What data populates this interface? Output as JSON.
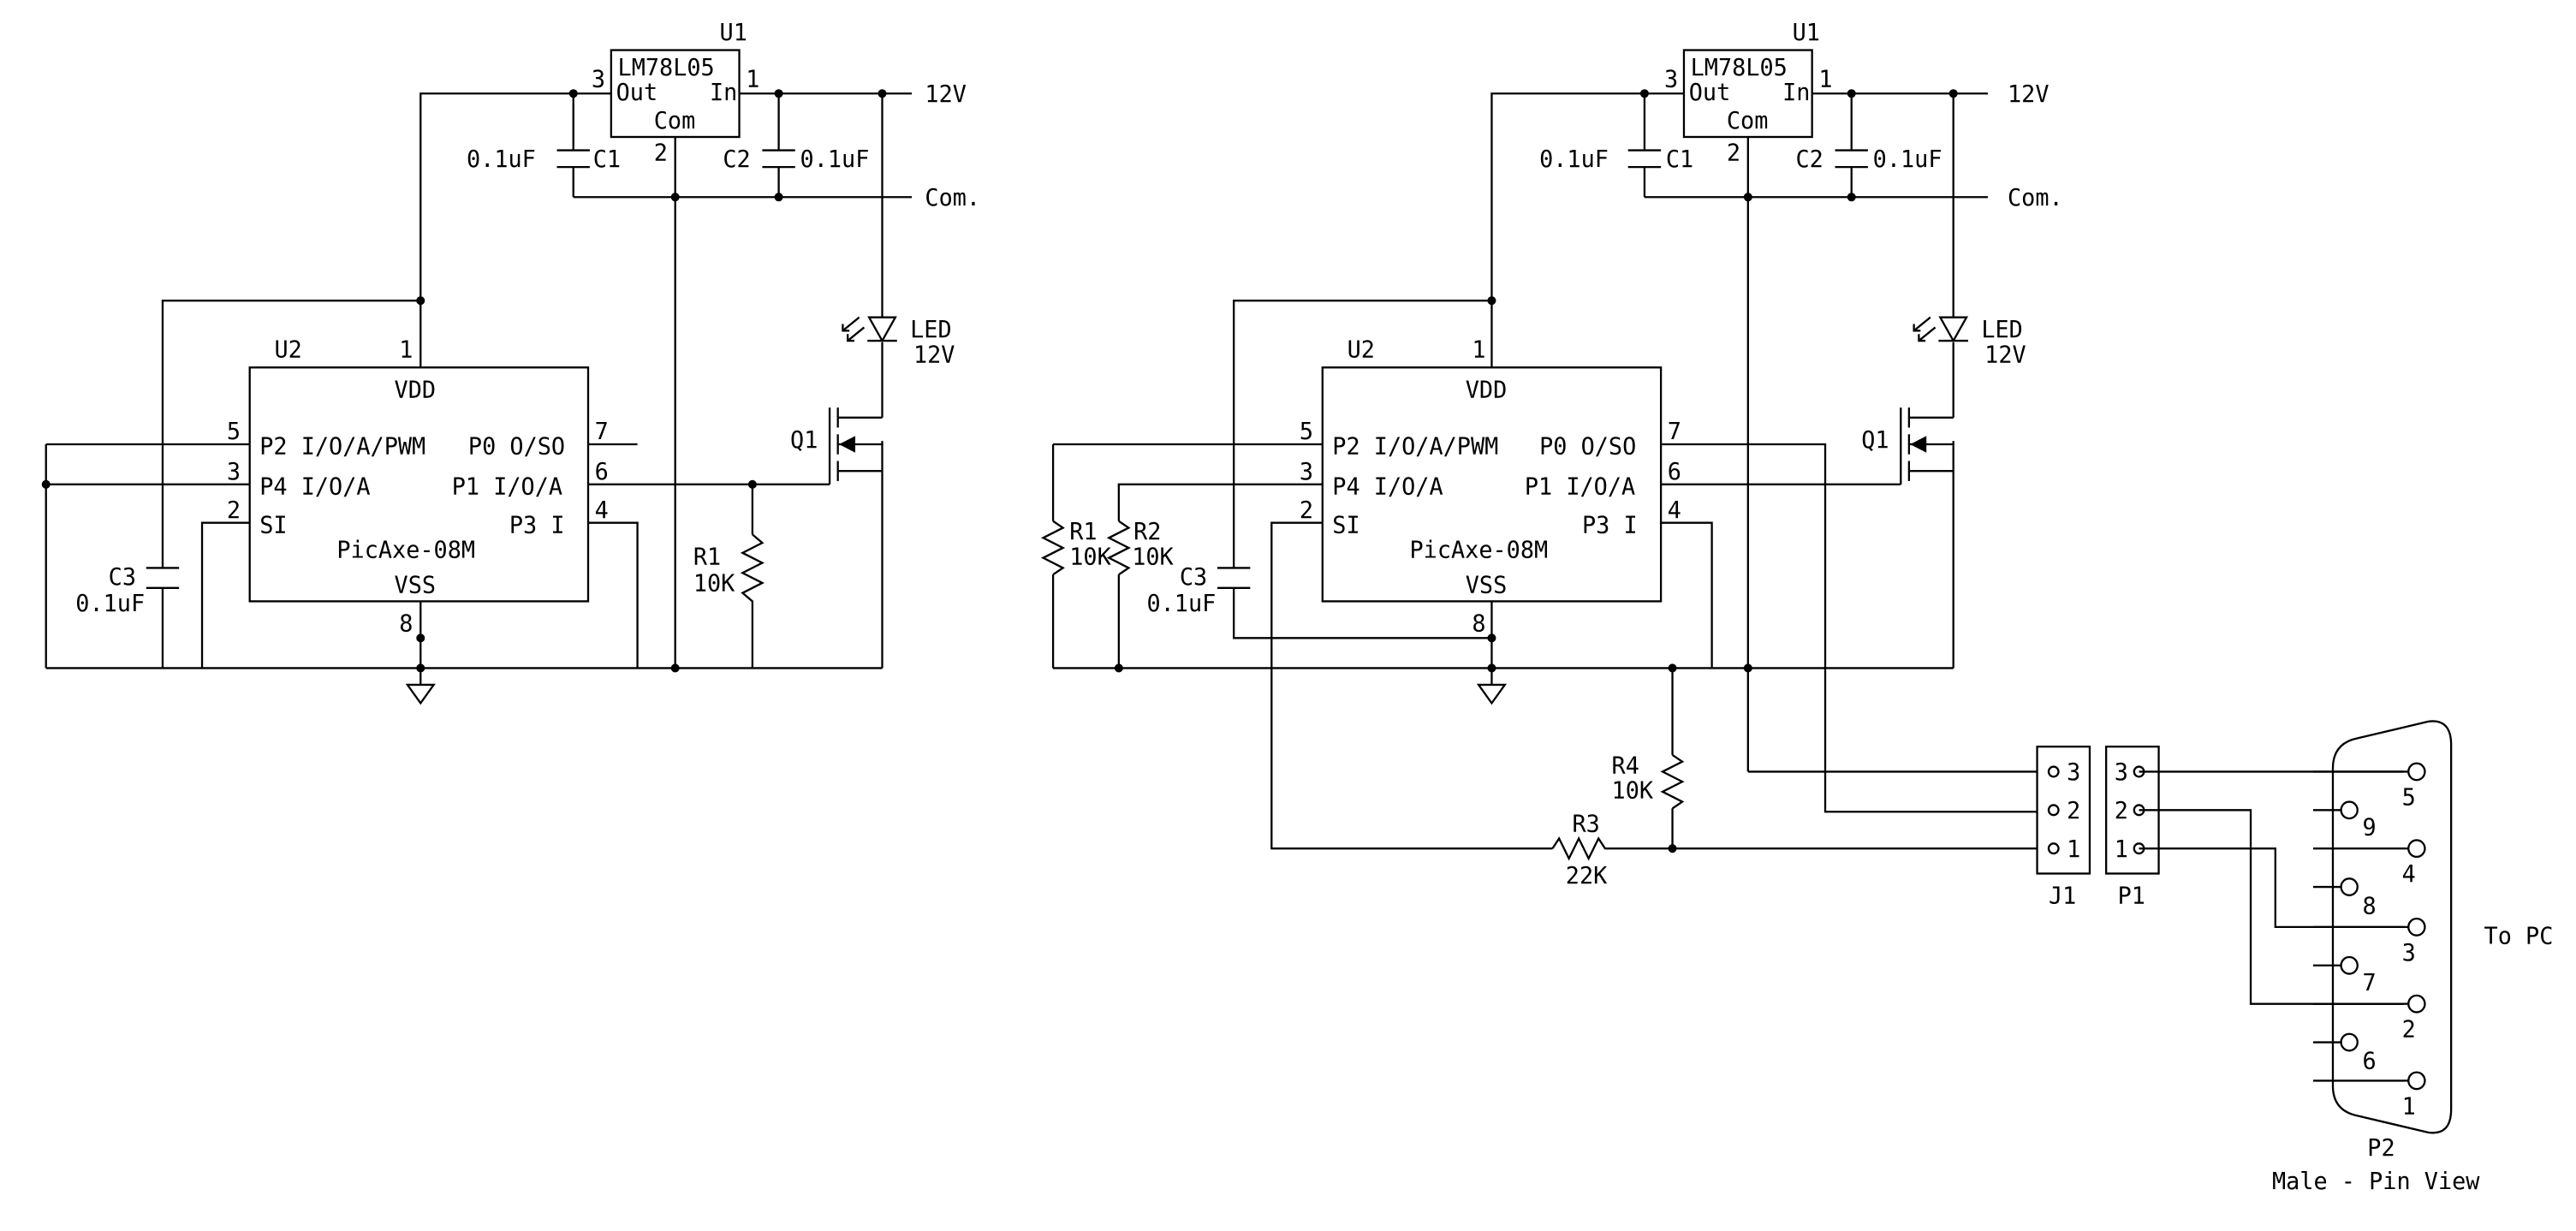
{
  "circuit_a": {
    "regulator": {
      "ref": "U1",
      "part": "LM78L05",
      "pin_out": "Out",
      "pin_in": "In",
      "pin_com": "Com",
      "pin3": "3",
      "pin1": "1",
      "pin2": "2"
    },
    "net_12v": "12V",
    "net_com": "Com.",
    "c1": {
      "value": "0.1uF",
      "ref": "C1"
    },
    "c2": {
      "ref": "C2",
      "value": "0.1uF"
    },
    "led": {
      "ref": "LED",
      "value": "12V"
    },
    "q1": "Q1",
    "r1": {
      "ref": "R1",
      "value": "10K"
    },
    "c3": {
      "ref": "C3",
      "value": "0.1uF"
    },
    "mcu": {
      "ref": "U2",
      "pin1": "1",
      "vdd": "VDD",
      "pin5": "5",
      "p2": "P2  I/O/A/PWM",
      "p0": "P0  O/SO",
      "pin7": "7",
      "pin3": "3",
      "p4": "P4  I/O/A",
      "p1": "P1  I/O/A",
      "pin6": "6",
      "pin2": "2",
      "si": "SI",
      "p3": "P3  I",
      "pin4": "4",
      "name": "PicAxe-08M",
      "vss": "VSS",
      "pin8": "8"
    }
  },
  "circuit_b": {
    "regulator": {
      "ref": "U1",
      "part": "LM78L05",
      "pin_out": "Out",
      "pin_in": "In",
      "pin_com": "Com",
      "pin3": "3",
      "pin1": "1",
      "pin2": "2"
    },
    "net_12v": "12V",
    "net_com": "Com.",
    "c1": {
      "value": "0.1uF",
      "ref": "C1"
    },
    "c2": {
      "ref": "C2",
      "value": "0.1uF"
    },
    "led": {
      "ref": "LED",
      "value": "12V"
    },
    "q1": "Q1",
    "r1": {
      "ref": "R1",
      "value": "10K"
    },
    "r2": {
      "ref": "R2",
      "value": "10K"
    },
    "c3": {
      "ref": "C3",
      "value": "0.1uF"
    },
    "r3": {
      "ref": "R3",
      "value": "22K"
    },
    "r4": {
      "ref": "R4",
      "value": "10K"
    },
    "mcu": {
      "ref": "U2",
      "pin1": "1",
      "vdd": "VDD",
      "pin5": "5",
      "p2": "P2  I/O/A/PWM",
      "p0": "P0  O/SO",
      "pin7": "7",
      "pin3": "3",
      "p4": "P4  I/O/A",
      "p1": "P1  I/O/A",
      "pin6": "6",
      "pin2": "2",
      "si": "SI",
      "p3": "P3  I",
      "pin4": "4",
      "name": "PicAxe-08M",
      "vss": "VSS",
      "pin8": "8"
    },
    "j1": {
      "ref": "J1",
      "pins": [
        "3",
        "2",
        "1"
      ]
    },
    "p1": {
      "ref": "P1",
      "pins": [
        "3",
        "2",
        "1"
      ]
    },
    "db9": {
      "ref": "P2",
      "caption": "Male - Pin View",
      "pins_top": [
        "5",
        "4",
        "3",
        "2",
        "1"
      ],
      "pins_bottom": [
        "9",
        "8",
        "7",
        "6"
      ],
      "to_pc": "To PC"
    }
  }
}
